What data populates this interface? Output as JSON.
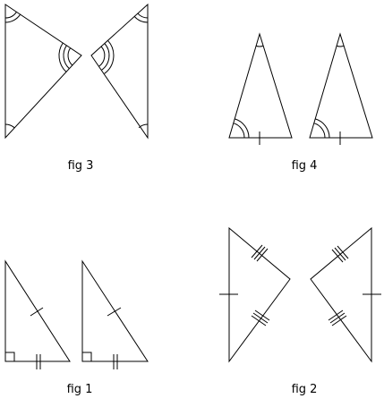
{
  "labels": {
    "fig3": "fig 3",
    "fig4": "fig 4",
    "fig1": "fig 1",
    "fig2": "fig 2"
  },
  "colors": {
    "stroke": "#000000",
    "background": "#ffffff"
  }
}
